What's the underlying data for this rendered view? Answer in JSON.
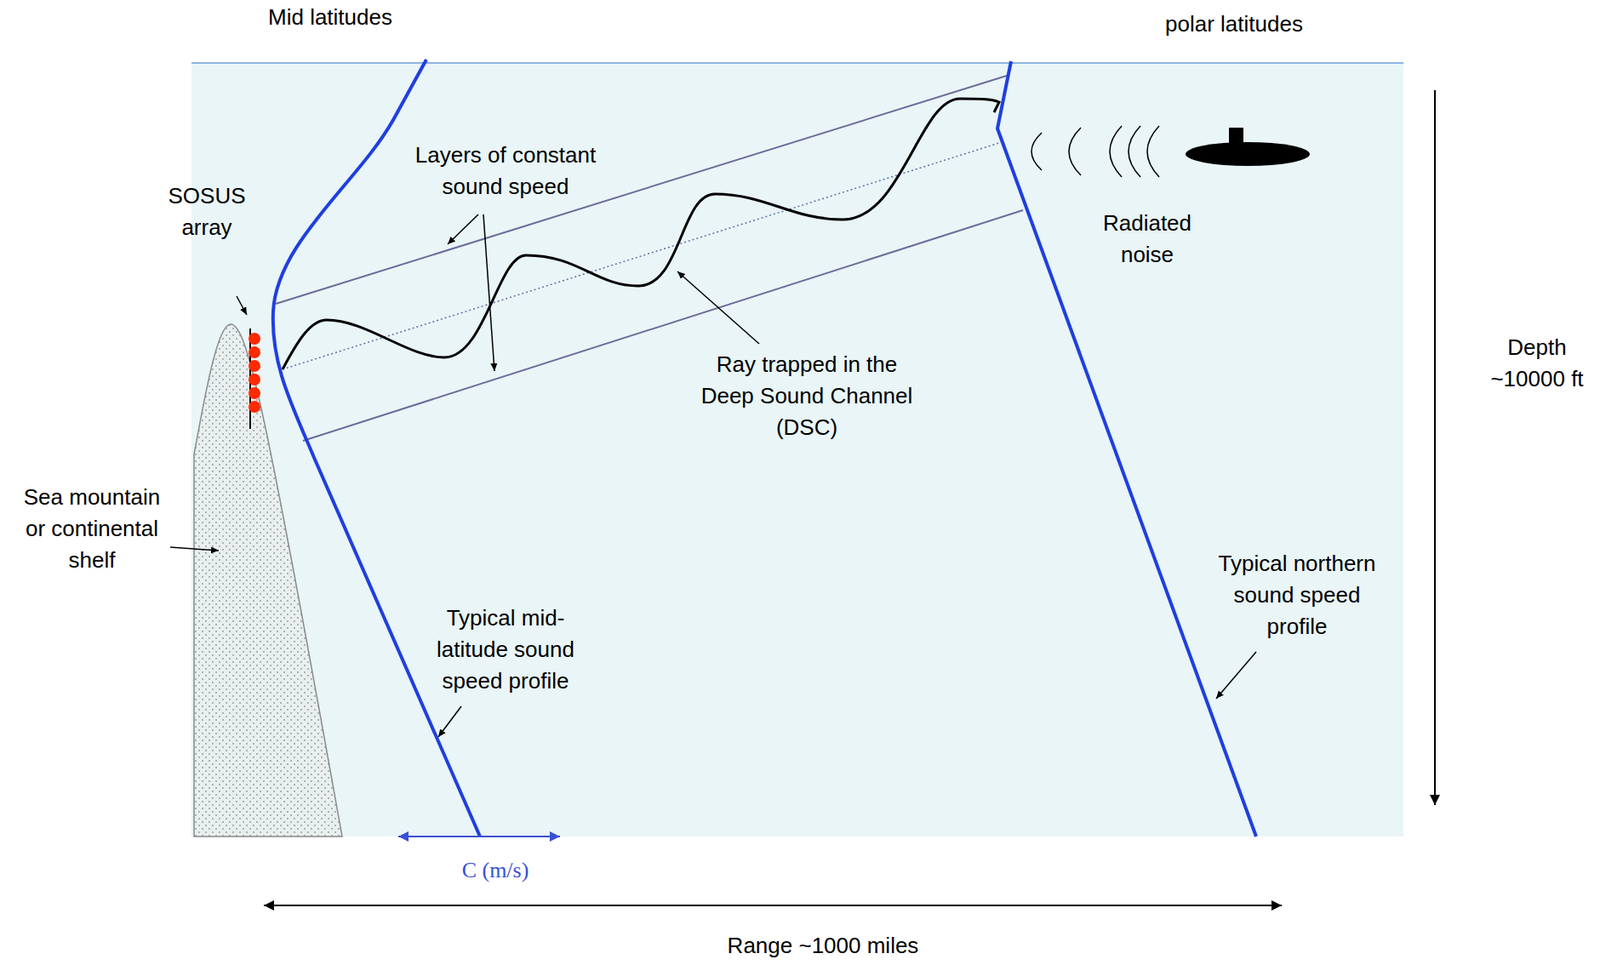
{
  "diagram": {
    "labels": [
      "Mid latitudes",
      "polar latitudes",
      "Layers of constant sound speed",
      "SOSUS array",
      "Radiated noise",
      "Ray trapped in the Deep Sound Channel (DSC)",
      "Depth ~10000 ft",
      "Sea mountain or continental shelf",
      "Typical mid- latitude sound speed profile",
      "Typical northern sound speed profile",
      "C (m/s)",
      "Range ~1000 miles"
    ]
  }
}
